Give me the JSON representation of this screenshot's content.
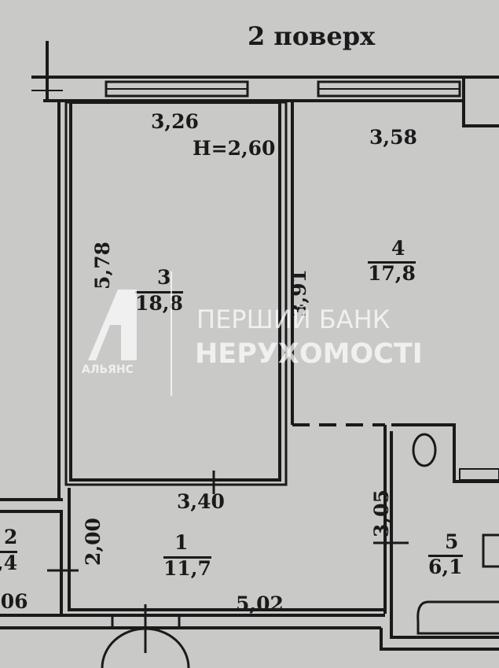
{
  "title": "2 поверх",
  "ceiling_height": "H=2,60",
  "rooms": [
    {
      "number": "1",
      "area": "11,7"
    },
    {
      "number": "2",
      "area": ",4"
    },
    {
      "number": "3",
      "area": "18,8"
    },
    {
      "number": "4",
      "area": "17,8"
    },
    {
      "number": "5",
      "area": "6,1"
    }
  ],
  "dimensions": {
    "room3_width": "3,26",
    "room3_length": "5,78",
    "room3_bottom": "3,40",
    "room4_width": "3,58",
    "room4_length": "3,91",
    "room1_width": "5,02",
    "room1_depth": "2,00",
    "room5_length": "3,05",
    "room2_width": ",06"
  },
  "watermark": {
    "logo_text": "АЛЬЯНС",
    "line1": "ПЕРШИЙ БАНК",
    "line2": "НЕРУХОМОСТІ"
  }
}
